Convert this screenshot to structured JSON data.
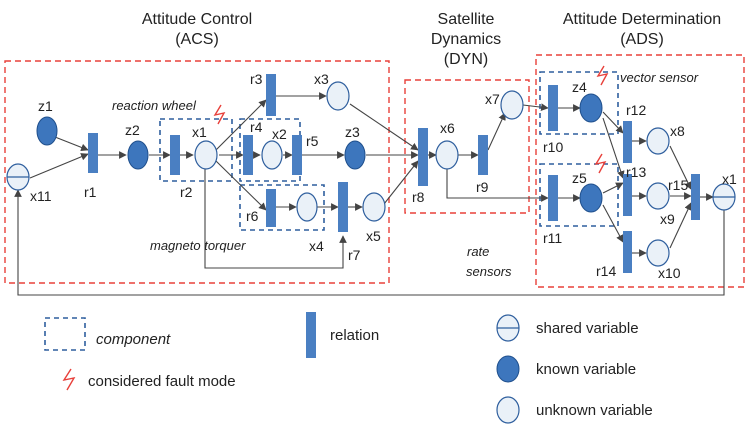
{
  "titles": {
    "acs": [
      "Attitude Control",
      "(ACS)"
    ],
    "dyn": [
      "Satellite",
      "Dynamics",
      "(DYN)"
    ],
    "ads": [
      "Attitude Determination",
      "(ADS)"
    ]
  },
  "annotations": {
    "reaction_wheel": "reaction wheel",
    "magneto_torquer": "magneto torquer",
    "vector_sensor": "vector sensor",
    "rate_sensors": [
      "rate",
      "sensors"
    ]
  },
  "labels": {
    "z1": "z1",
    "z2": "z2",
    "z3": "z3",
    "z4": "z4",
    "z5": "z5",
    "x1": "x1",
    "x1b": "x1",
    "x2": "x2",
    "x3": "x3",
    "x4": "x4",
    "x5": "x5",
    "x6": "x6",
    "x7": "x7",
    "x8": "x8",
    "x9": "x9",
    "x10": "x10",
    "x11": "x11",
    "r1": "r1",
    "r2": "r2",
    "r3": "r3",
    "r4": "r4",
    "r5": "r5",
    "r6": "r6",
    "r7": "r7",
    "r8": "r8",
    "r9": "r9",
    "r10": "r10",
    "r11": "r11",
    "r12": "r12",
    "r13": "r13",
    "r14": "r14",
    "r15": "r15"
  },
  "legend": {
    "component": "component",
    "fault": "considered fault mode",
    "relation": "relation",
    "shared": "shared variable",
    "known": "known variable",
    "unknown": "unknown variable"
  },
  "colors": {
    "subsystem": "#e8403a",
    "component": "#2f5f9e",
    "known": "#3d76bd",
    "relation": "#4a7fc2"
  }
}
